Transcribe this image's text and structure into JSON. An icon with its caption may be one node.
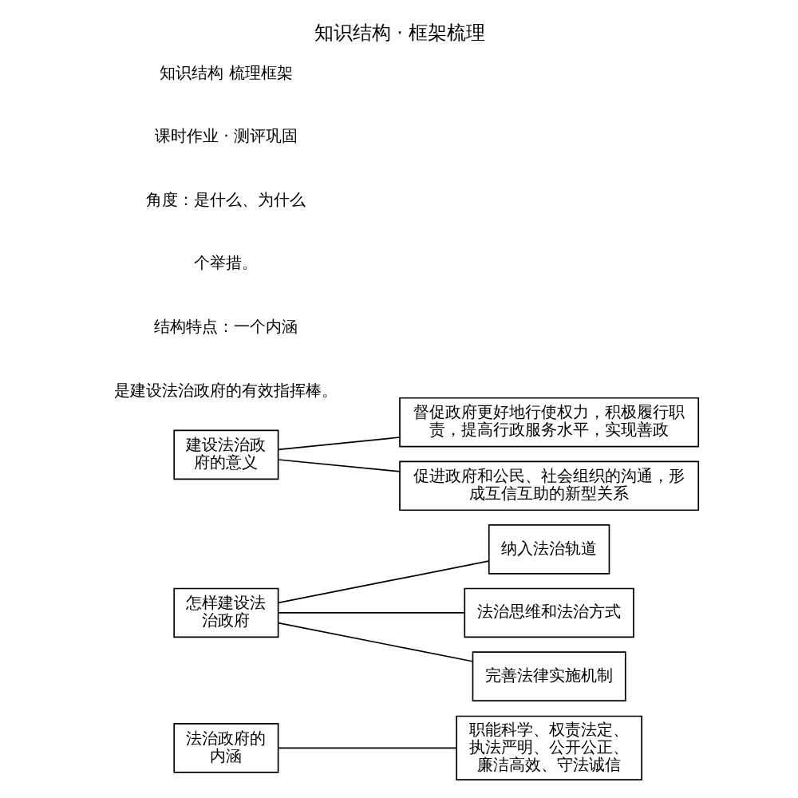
{
  "diagram": {
    "title": "知识结构 · 框架梳理",
    "nodes": [
      {
        "text": [
          "法治政府的内涵"
        ]
      },
      {
        "text": [
          "职能科学、权责法定、执法严明、公开公正、廉洁高效、守法诚信"
        ]
      },
      {
        "text": [
          "怎样建设法治政府"
        ]
      },
      {
        "text": [
          "纳入法治轨道"
        ]
      },
      {
        "text": [
          "法治思维和法治方式"
        ]
      },
      {
        "text": [
          "完善法律实施机制"
        ]
      },
      {
        "text": [
          "建设法治政府的意义"
        ]
      },
      {
        "text": [
          "督促政府更好地行使权力，积极履行职责，提高行政服务水平，实现善政"
        ]
      },
      {
        "text": [
          "促进政府和公民、社会组织的沟通，形成互信互助的新型关系"
        ]
      }
    ],
    "edges": [
      {
        "from": 0,
        "to": 1,
        "arrow": "none"
      },
      {
        "from": 2,
        "to": 3,
        "arrow": "none"
      },
      {
        "from": 2,
        "to": 4,
        "arrow": "none"
      },
      {
        "from": 2,
        "to": 5,
        "arrow": "none"
      },
      {
        "from": 6,
        "to": 7,
        "arrow": "none"
      },
      {
        "from": 6,
        "to": 8,
        "arrow": "none"
      }
    ],
    "labels": [
      "是建设法治政府的有效指挥棒。",
      "结构特点：一个内涵",
      "个举措。",
      "角度：是什么、为什么",
      "课时作业 · 测评巩固",
      "知识结构 梳理框架"
    ]
  }
}
